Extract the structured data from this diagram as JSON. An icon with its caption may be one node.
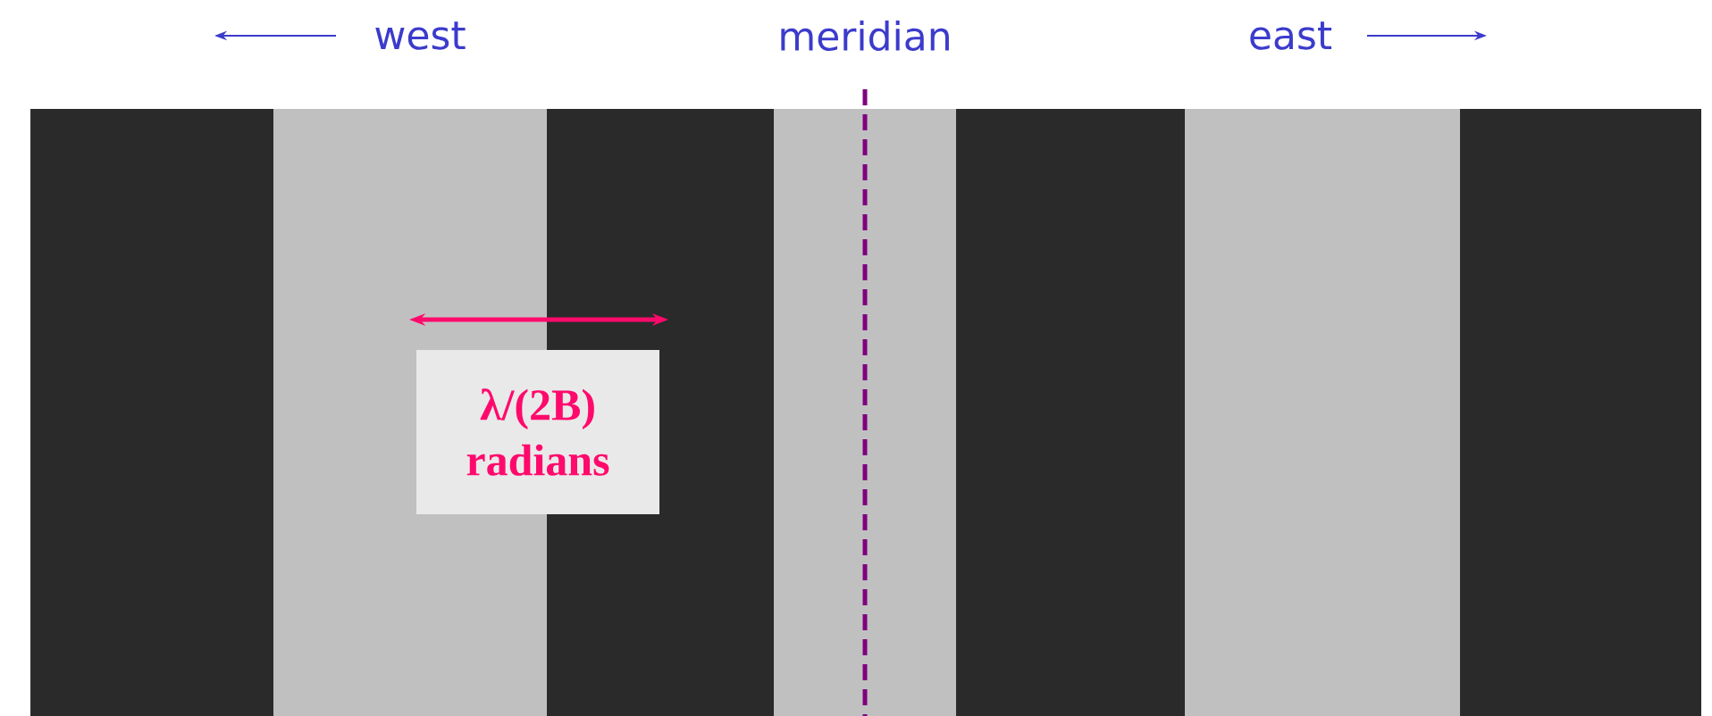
{
  "diagram": {
    "nodes": [
      {
        "text": [
          "λ/(2B) radians"
        ]
      }
    ],
    "labels": [
      "west",
      "meridian",
      "east"
    ]
  }
}
